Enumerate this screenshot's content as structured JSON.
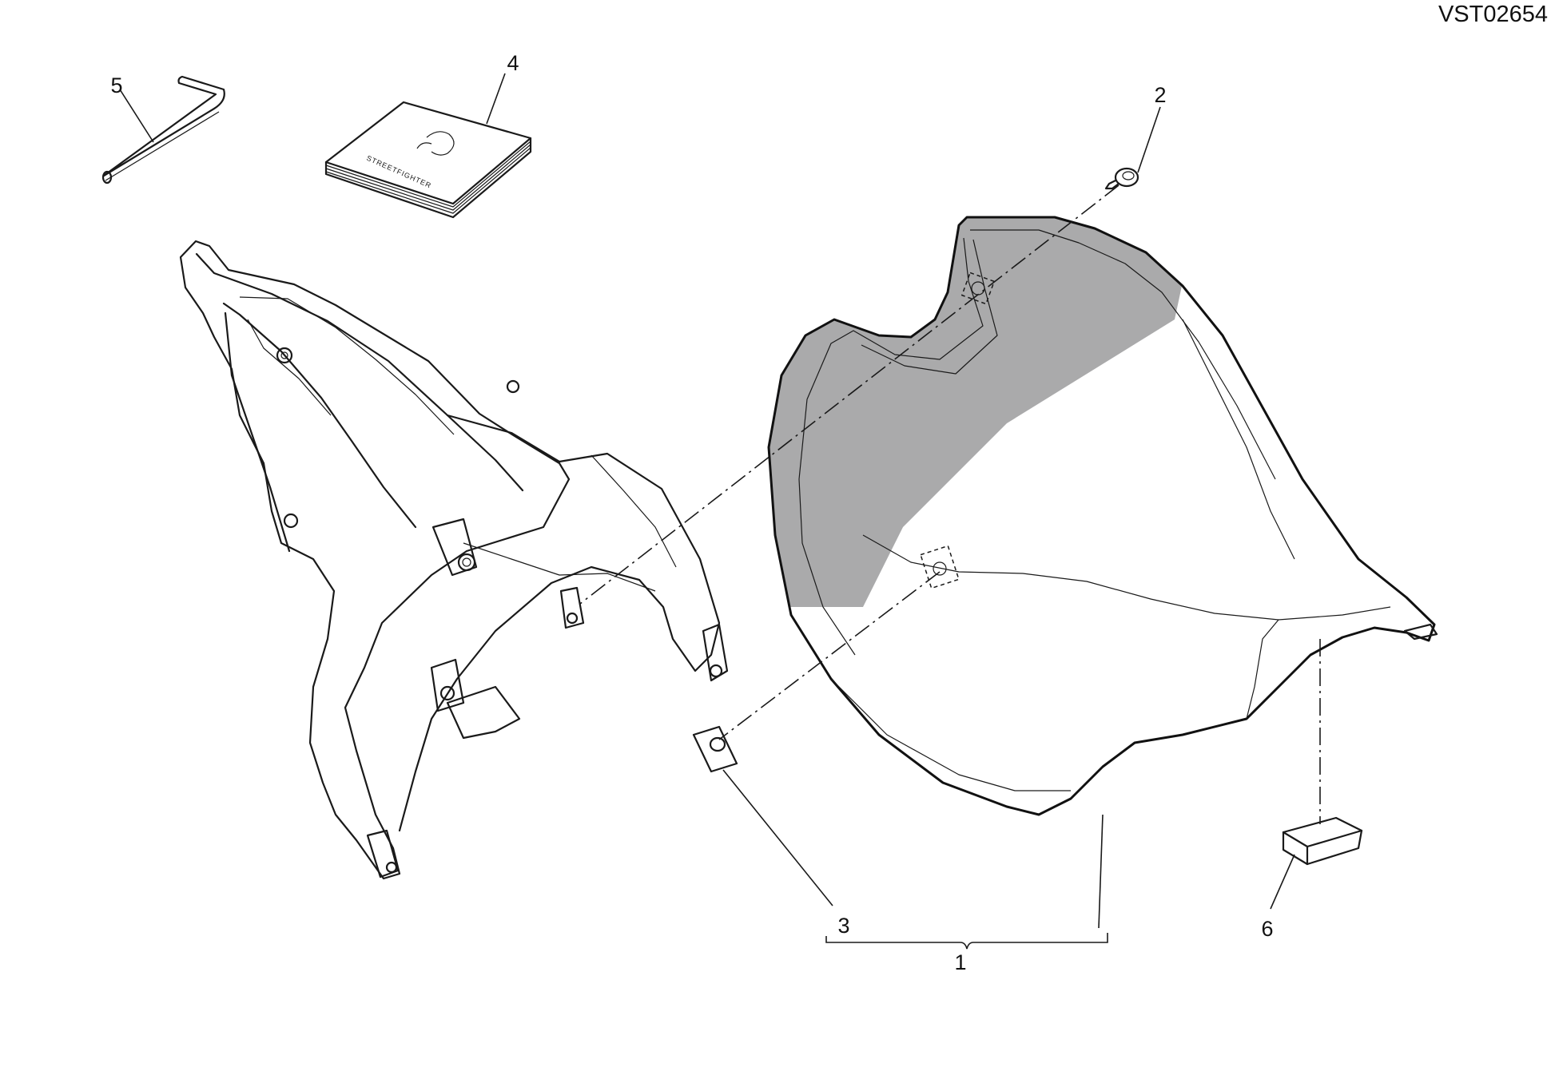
{
  "drawing_code": "VST02654",
  "callouts": [
    {
      "id": "1",
      "label": "1"
    },
    {
      "id": "2",
      "label": "2"
    },
    {
      "id": "3",
      "label": "3"
    },
    {
      "id": "4",
      "label": "4"
    },
    {
      "id": "5",
      "label": "5"
    },
    {
      "id": "6",
      "label": "6"
    }
  ],
  "manual_cover_text": "STREETFIGHTER",
  "colors": {
    "line": "#1a1a1a",
    "shade": "#aaaaab",
    "background": "#ffffff"
  }
}
